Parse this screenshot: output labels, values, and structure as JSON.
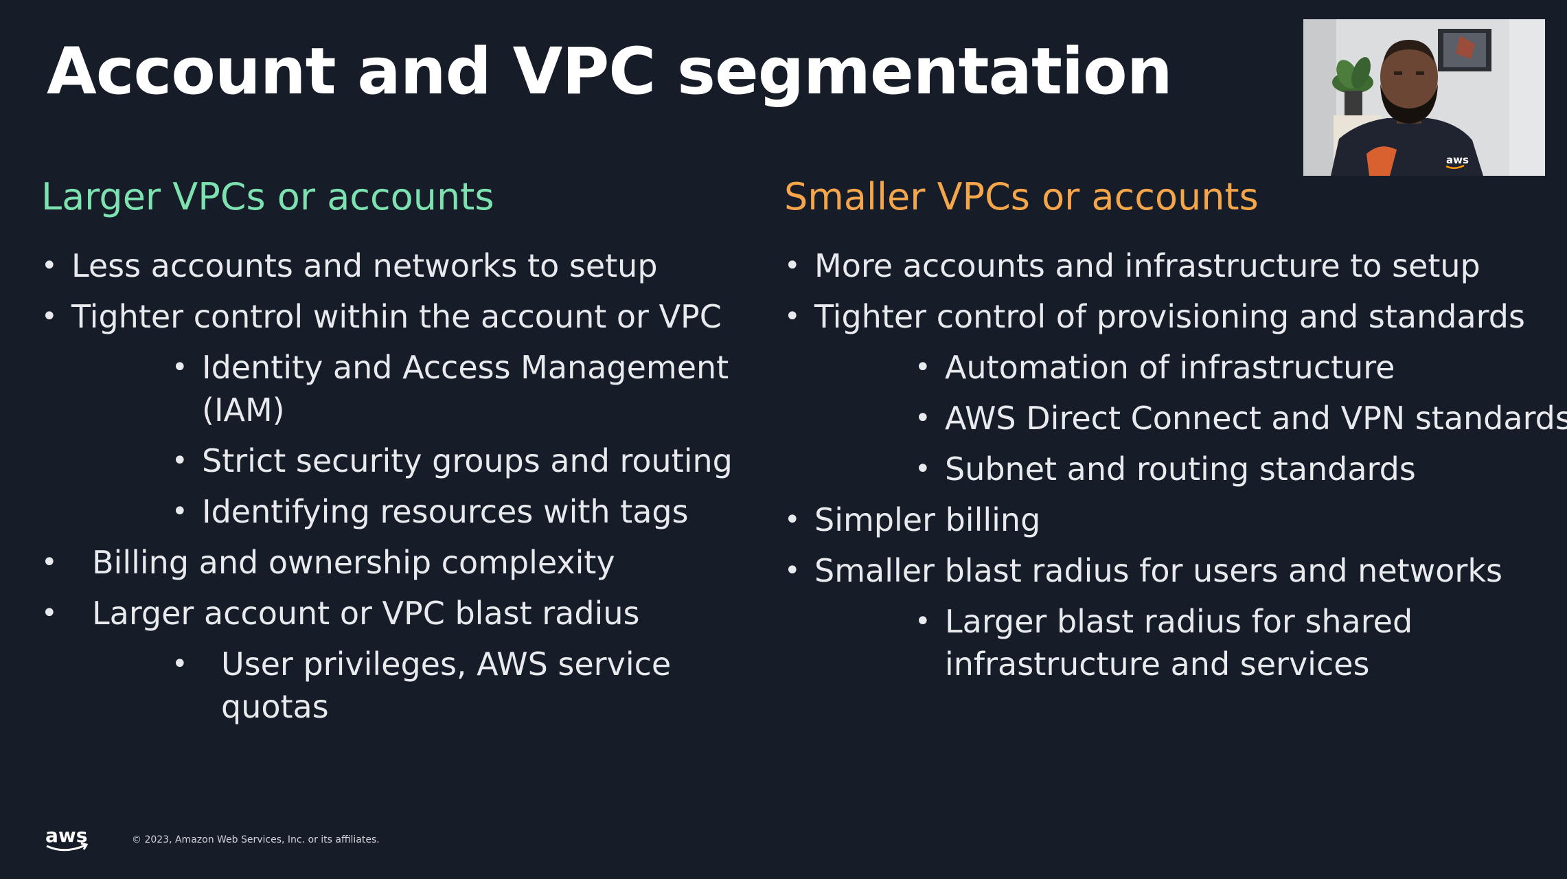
{
  "slide": {
    "title": "Account and VPC segmentation",
    "left": {
      "heading": "Larger VPCs or accounts",
      "items": [
        {
          "text": "Less accounts and networks to setup"
        },
        {
          "text": "Tighter control within the account or VPC"
        },
        {
          "text": "Identity and Access Management (IAM)"
        },
        {
          "text": "Strict security groups and routing"
        },
        {
          "text": "Identifying resources with tags"
        },
        {
          "text": "Billing and ownership complexity"
        },
        {
          "text": "Larger account or VPC blast radius"
        },
        {
          "text": "User privileges, AWS service quotas"
        }
      ]
    },
    "right": {
      "heading": "Smaller VPCs or accounts",
      "items": [
        {
          "text": "More accounts and infrastructure to setup"
        },
        {
          "text": "Tighter control of provisioning and standards"
        },
        {
          "text": "Automation of infrastructure"
        },
        {
          "text": "AWS Direct Connect and VPN standards"
        },
        {
          "text": "Subnet and routing standards"
        },
        {
          "text": "Simpler billing"
        },
        {
          "text": "Smaller blast radius for users and networks"
        },
        {
          "text": "Larger blast radius for shared infrastructure and services"
        }
      ]
    },
    "bullet_glyph": "•",
    "colors": {
      "background": "#161d29",
      "title": "#ffffff",
      "left_heading": "#7ee2b0",
      "right_heading": "#f5a64a",
      "body_text": "#e8eaed",
      "aws_smile": "#ff9900"
    }
  },
  "footer": {
    "logo_text": "aws",
    "copyright": "© 2023, Amazon Web Services, Inc. or its affiliates."
  },
  "webcam": {
    "shirt_logo_text": "aws"
  }
}
